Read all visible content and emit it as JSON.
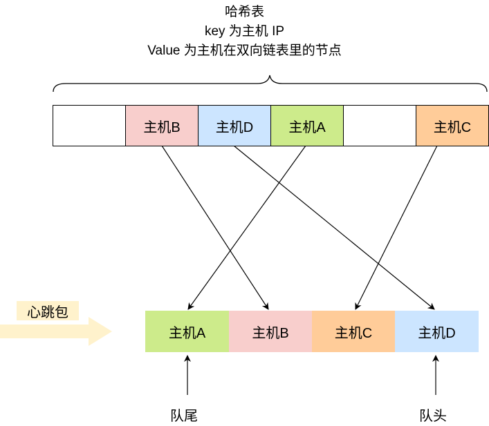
{
  "title": {
    "line1": "哈希表",
    "line2": "key 为主机 IP",
    "line3": "Value 为主机在双向链表里的节点"
  },
  "hash_table": {
    "cells": [
      {
        "label": "",
        "color": "#ffffff"
      },
      {
        "label": "主机B",
        "color": "#f8cecc"
      },
      {
        "label": "主机D",
        "color": "#cce5ff"
      },
      {
        "label": "主机A",
        "color": "#cdeb8b"
      },
      {
        "label": "",
        "color": "#ffffff"
      },
      {
        "label": "主机C",
        "color": "#ffcc99"
      }
    ]
  },
  "linked_list": {
    "nodes": [
      {
        "label": "主机A",
        "color": "#cdeb8b"
      },
      {
        "label": "主机B",
        "color": "#f8cecc"
      },
      {
        "label": "主机C",
        "color": "#ffcc99"
      },
      {
        "label": "主机D",
        "color": "#cce5ff"
      }
    ]
  },
  "heartbeat": {
    "label": "心跳包",
    "label_bg": "#fff2cc",
    "arrow_color": "#fff2cc"
  },
  "tail_label": "队尾",
  "head_label": "队头"
}
